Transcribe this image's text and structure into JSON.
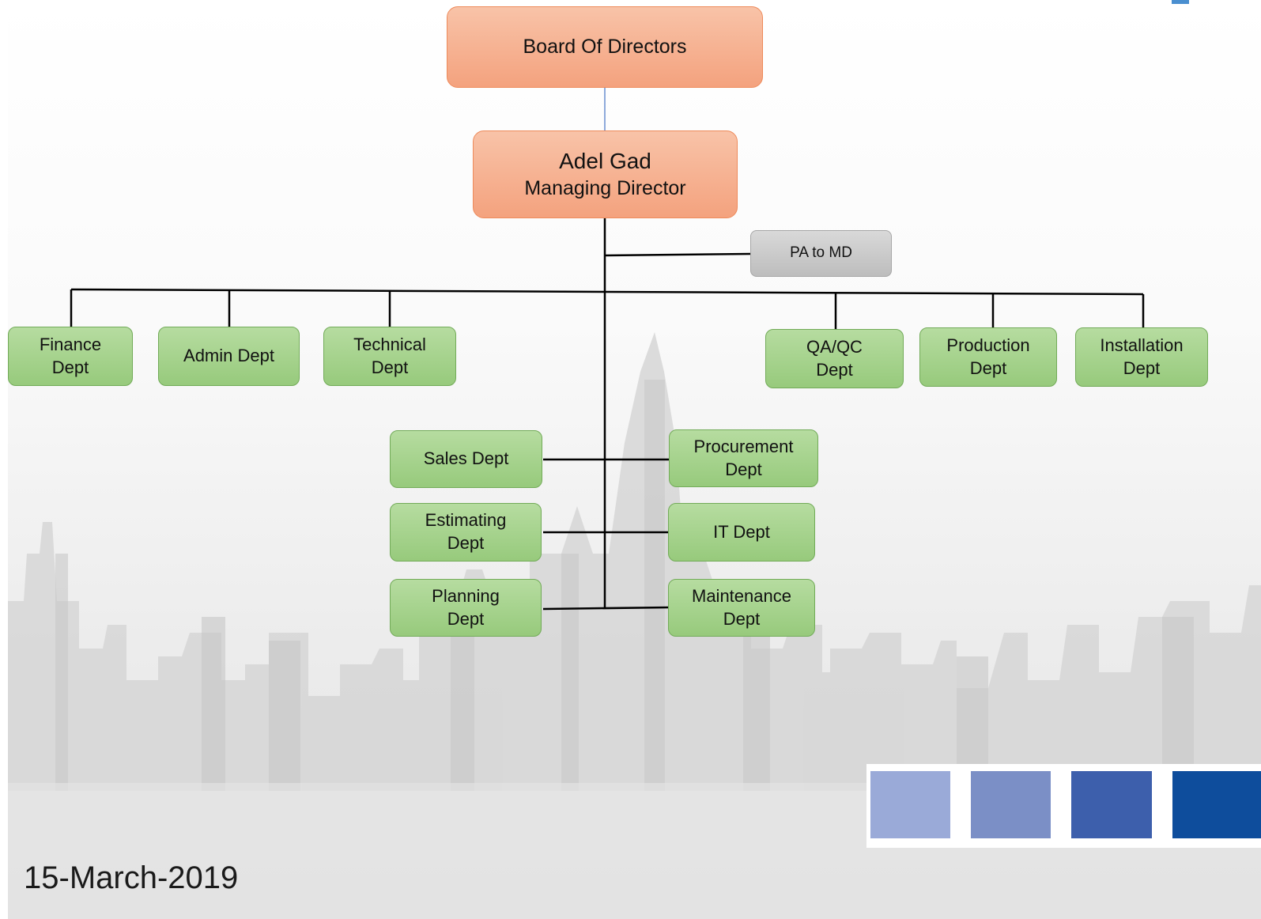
{
  "board": {
    "label": "Board Of Directors"
  },
  "md": {
    "name": "Adel Gad",
    "title": "Managing Director"
  },
  "pa": {
    "label": "PA to MD"
  },
  "top_depts": {
    "finance": [
      "Finance",
      "Dept"
    ],
    "admin": [
      "Admin Dept"
    ],
    "technical": [
      "Technical",
      "Dept"
    ],
    "qaqc": [
      "QA/QC",
      "Dept"
    ],
    "production": [
      "Production",
      "Dept"
    ],
    "installation": [
      "Installation",
      "Dept"
    ]
  },
  "sub_depts": {
    "sales": [
      "Sales Dept"
    ],
    "procurement": [
      "Procurement",
      "Dept"
    ],
    "estimating": [
      "Estimating",
      "Dept"
    ],
    "it": [
      "IT Dept"
    ],
    "planning": [
      "Planning",
      "Dept"
    ],
    "maintenance": [
      "Maintenance",
      "Dept"
    ]
  },
  "date": "15-March-2019",
  "colors": {
    "exec_fill": "#f4a27e",
    "dept_fill": "#97ca7c",
    "pa_fill": "#bdbdbd",
    "swatches": [
      "#9aaad8",
      "#7b8fc6",
      "#3d5fac",
      "#0e4d9c"
    ]
  }
}
